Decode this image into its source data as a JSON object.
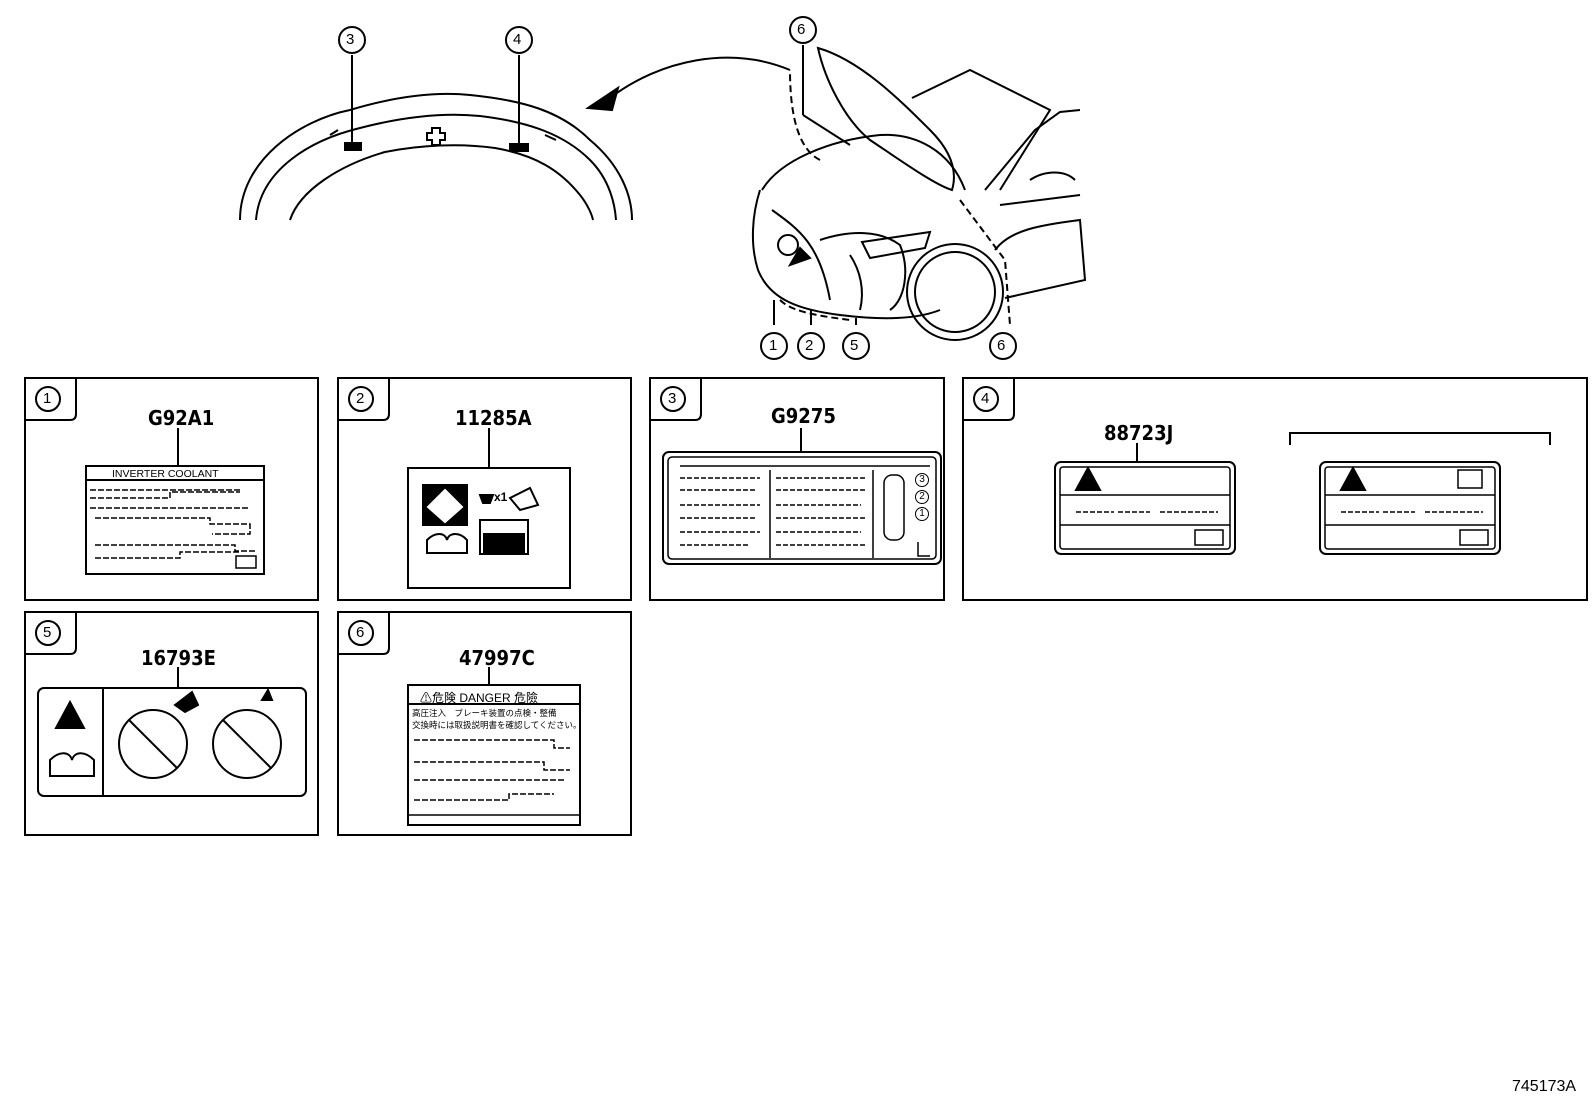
{
  "callouts": {
    "hood_3": "3",
    "hood_4": "4",
    "car_6_top": "6",
    "car_1": "1",
    "car_2": "2",
    "car_5": "5",
    "car_6_bottom": "6"
  },
  "panels": [
    {
      "index": "1",
      "part_number": "G92A1",
      "label_text": "INVERTER COOLANT"
    },
    {
      "index": "2",
      "part_number": "11285A",
      "label_text": "x1"
    },
    {
      "index": "3",
      "part_number": "G9275",
      "label_text": ""
    },
    {
      "index": "4",
      "part_number": "88723J",
      "label_text": ""
    },
    {
      "index": "5",
      "part_number": "16793E",
      "label_text": ""
    },
    {
      "index": "6",
      "part_number": "47997C",
      "label_text": "⚠危険 DANGER 危險"
    }
  ],
  "label3_circles": [
    "1",
    "2",
    "3"
  ],
  "label6_lines": [
    "高圧注入　ブレーキ装置の点検・整備",
    "交換時には取扱説明書を確認してください。"
  ],
  "figure_ref": "745173A"
}
